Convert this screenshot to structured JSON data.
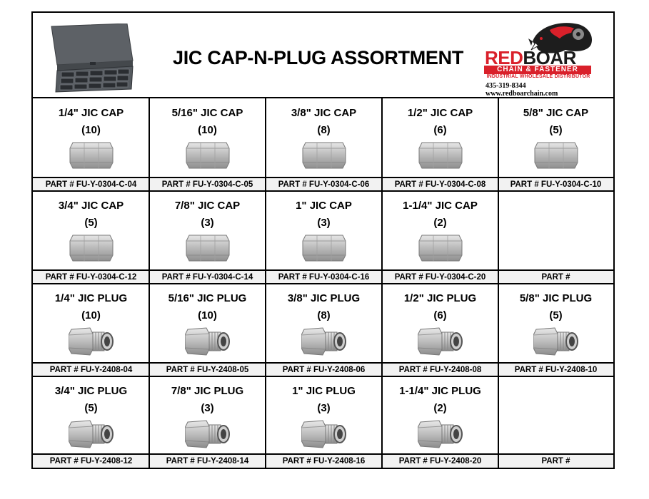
{
  "header": {
    "title": "JIC CAP-N-PLUG ASSORTMENT",
    "logo": {
      "word_red": "RED",
      "word_dark": "BOAR",
      "band": "CHAIN & FASTENER",
      "sub": "INDUSTRIAL WHOLESALE DISTRIBUTOR",
      "phone": "435-319-8344",
      "web": "www.redboarchain.com"
    },
    "case_image": "metal-compartment-case",
    "colors": {
      "brand_red": "#d9202a"
    }
  },
  "rows": [
    [
      {
        "name": "1/4\" JIC CAP",
        "qty": "(10)",
        "part": "PART # FU-Y-0304-C-04",
        "kind": "cap"
      },
      {
        "name": "5/16\" JIC CAP",
        "qty": "(10)",
        "part": "PART # FU-Y-0304-C-05",
        "kind": "cap"
      },
      {
        "name": "3/8\" JIC CAP",
        "qty": "(8)",
        "part": "PART # FU-Y-0304-C-06",
        "kind": "cap"
      },
      {
        "name": "1/2\" JIC CAP",
        "qty": "(6)",
        "part": "PART # FU-Y-0304-C-08",
        "kind": "cap"
      },
      {
        "name": "5/8\" JIC CAP",
        "qty": "(5)",
        "part": "PART # FU-Y-0304-C-10",
        "kind": "cap"
      }
    ],
    [
      {
        "name": "3/4\" JIC CAP",
        "qty": "(5)",
        "part": "PART # FU-Y-0304-C-12",
        "kind": "cap"
      },
      {
        "name": "7/8\" JIC CAP",
        "qty": "(3)",
        "part": "PART # FU-Y-0304-C-14",
        "kind": "cap"
      },
      {
        "name": "1\" JIC CAP",
        "qty": "(3)",
        "part": "PART # FU-Y-0304-C-16",
        "kind": "cap"
      },
      {
        "name": "1-1/4\" JIC CAP",
        "qty": "(2)",
        "part": "PART # FU-Y-0304-C-20",
        "kind": "cap"
      },
      {
        "name": "",
        "qty": "",
        "part": "PART #",
        "kind": "none"
      }
    ],
    [
      {
        "name": "1/4\" JIC PLUG",
        "qty": "(10)",
        "part": "PART # FU-Y-2408-04",
        "kind": "plug"
      },
      {
        "name": "5/16\" JIC PLUG",
        "qty": "(10)",
        "part": "PART # FU-Y-2408-05",
        "kind": "plug"
      },
      {
        "name": "3/8\" JIC PLUG",
        "qty": "(8)",
        "part": "PART # FU-Y-2408-06",
        "kind": "plug"
      },
      {
        "name": "1/2\" JIC PLUG",
        "qty": "(6)",
        "part": "PART # FU-Y-2408-08",
        "kind": "plug"
      },
      {
        "name": "5/8\" JIC PLUG",
        "qty": "(5)",
        "part": "PART # FU-Y-2408-10",
        "kind": "plug"
      }
    ],
    [
      {
        "name": "3/4\" JIC PLUG",
        "qty": "(5)",
        "part": "PART # FU-Y-2408-12",
        "kind": "plug"
      },
      {
        "name": "7/8\" JIC PLUG",
        "qty": "(3)",
        "part": "PART # FU-Y-2408-14",
        "kind": "plug"
      },
      {
        "name": "1\" JIC PLUG",
        "qty": "(3)",
        "part": "PART # FU-Y-2408-16",
        "kind": "plug"
      },
      {
        "name": "1-1/4\" JIC PLUG",
        "qty": "(2)",
        "part": "PART # FU-Y-2408-20",
        "kind": "plug"
      },
      {
        "name": "",
        "qty": "",
        "part": "PART #",
        "kind": "none"
      }
    ]
  ]
}
